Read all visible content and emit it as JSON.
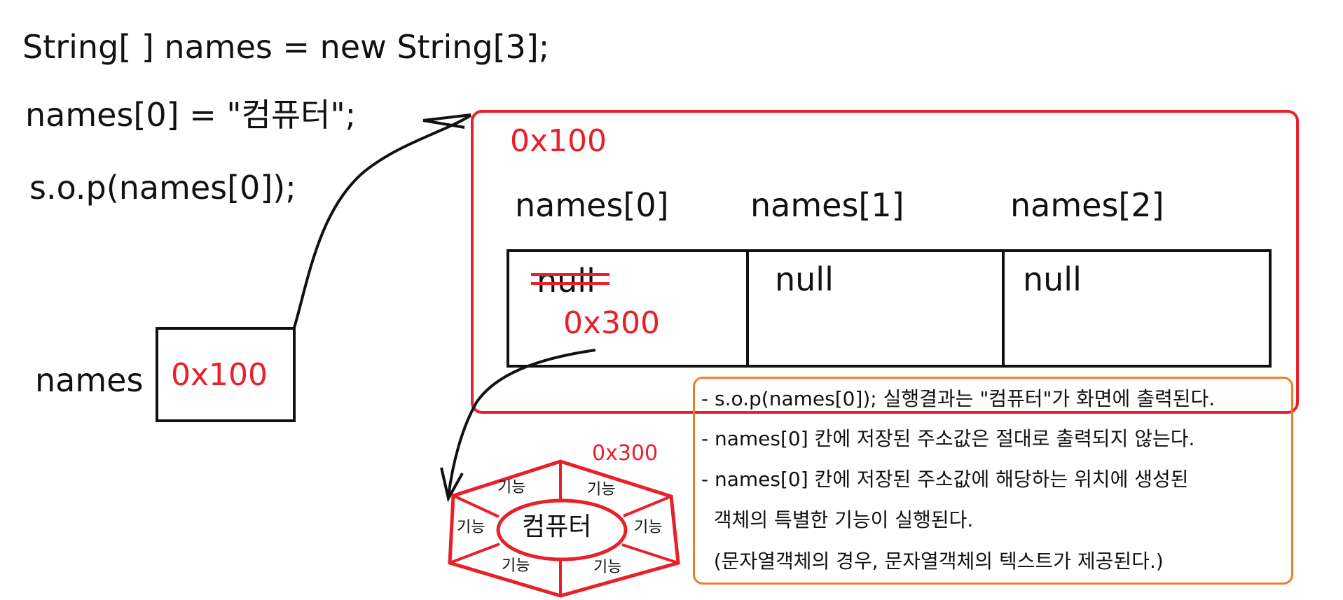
{
  "code": {
    "line1": "String[ ] names = new String[3];",
    "line2": "names[0] = \"컴퓨터\";",
    "line3": "s.o.p(names[0]);"
  },
  "variable": {
    "label": "names",
    "value": "0x100"
  },
  "array": {
    "address": "0x100",
    "headers": [
      "names[0]",
      "names[1]",
      "names[2]"
    ],
    "cells": [
      {
        "old": "null",
        "new": "0x300"
      },
      {
        "value": "null"
      },
      {
        "value": "null"
      }
    ]
  },
  "object": {
    "address": "0x300",
    "center": "컴퓨터",
    "feature_label": "기능"
  },
  "notes": [
    "- s.o.p(names[0]); 실행결과는 \"컴퓨터\"가 화면에 출력된다.",
    "- names[0] 칸에 저장된 주소값은 절대로 출력되지 않는다.",
    "- names[0] 칸에 저장된 주소값에 해당하는 위치에 생성된",
    "  객체의 특별한 기능이 실행된다.",
    "  (문자열객체의 경우, 문자열객체의 텍스트가 제공된다.)"
  ],
  "colors": {
    "red": "#e8202a",
    "orange": "#f07c2a",
    "black": "#111111"
  }
}
